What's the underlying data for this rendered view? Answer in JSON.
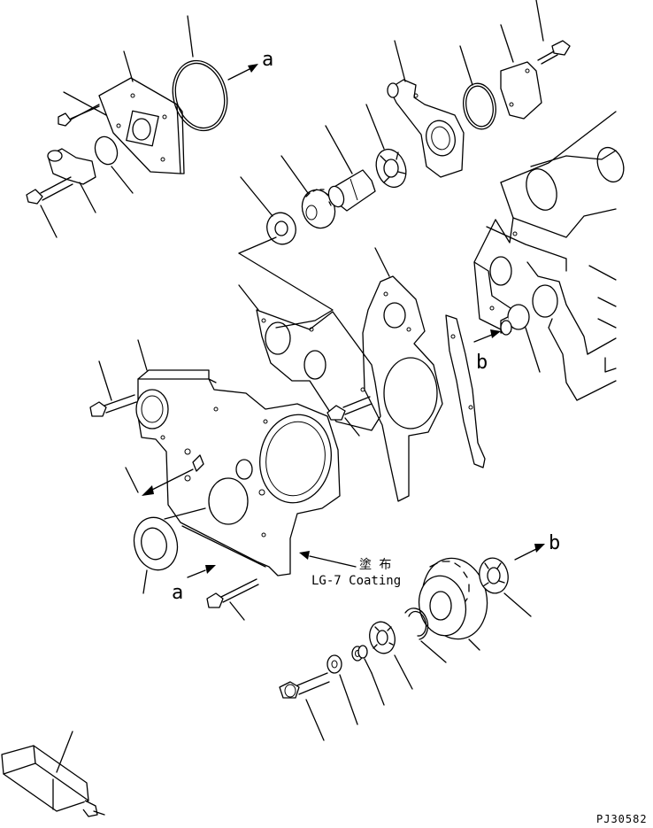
{
  "labels": {
    "ref_a": "a",
    "ref_b": "b",
    "coating_jp": "塗 布",
    "coating_en": "LG-7 Coating",
    "drawing_no": "PJ30582"
  },
  "colors": {
    "ink": "#000000",
    "paper": "#ffffff"
  }
}
